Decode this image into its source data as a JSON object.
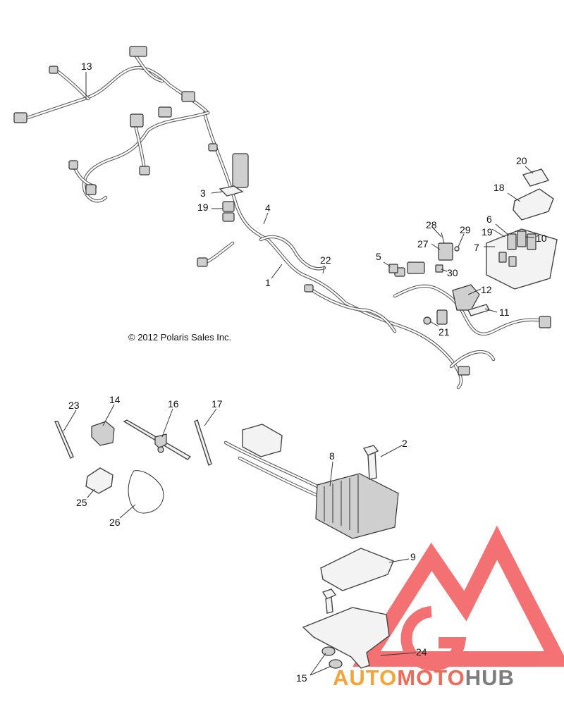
{
  "copyright": "© 2012 Polaris Sales Inc.",
  "watermark": {
    "part1": "AUTO",
    "part2": "MOTO",
    "part3": "HUB",
    "colors": {
      "auto": "#f6a33a",
      "moto": "#f06a5a",
      "hub": "#7d7d7d",
      "logo": "#f2595a"
    }
  },
  "callouts": [
    "1",
    "2",
    "3",
    "4",
    "5",
    "6",
    "7",
    "8",
    "9",
    "10",
    "11",
    "12",
    "13",
    "14",
    "15",
    "16",
    "17",
    "18",
    "19",
    "19",
    "20",
    "21",
    "22",
    "23",
    "24",
    "25",
    "26",
    "27",
    "28",
    "29",
    "30"
  ]
}
